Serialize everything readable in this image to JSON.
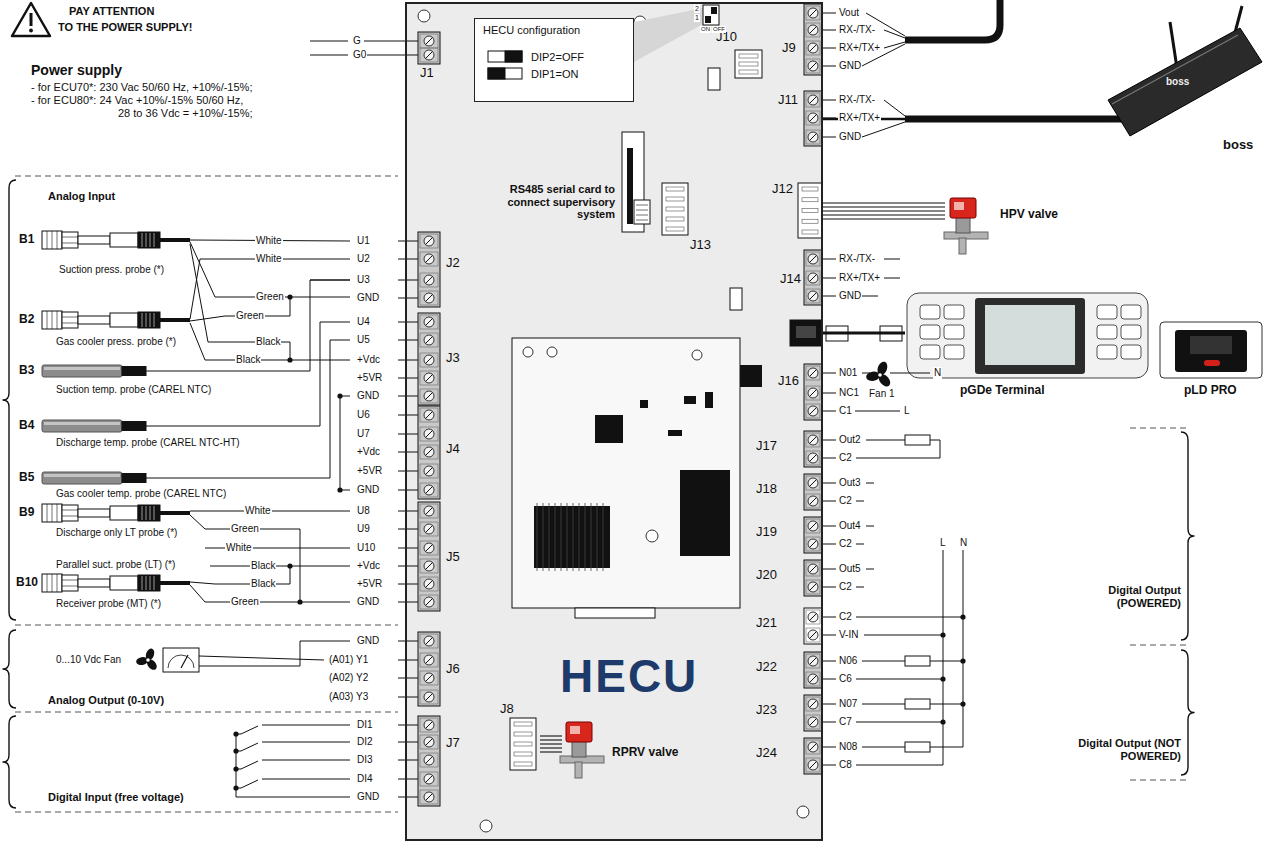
{
  "diagram": {
    "nodes": [
      {
        "text": [
          "HECU"
        ]
      },
      {
        "text": [
          "HECU configuration",
          "DIP2=OFF",
          "DIP1=ON"
        ],
        "in": 0
      },
      {
        "text": [
          "RS485 serial card to connect supervisory system"
        ],
        "in": 0
      },
      {
        "text": [
          "J1"
        ],
        "in": 0
      },
      {
        "text": [
          "J2"
        ],
        "in": 0
      },
      {
        "text": [
          "J3"
        ],
        "in": 0
      },
      {
        "text": [
          "J4"
        ],
        "in": 0
      },
      {
        "text": [
          "J5"
        ],
        "in": 0
      },
      {
        "text": [
          "J6"
        ],
        "in": 0
      },
      {
        "text": [
          "J7"
        ],
        "in": 0
      },
      {
        "text": [
          "J8"
        ],
        "in": 0
      },
      {
        "text": [
          "J9"
        ],
        "in": 0
      },
      {
        "text": [
          "J10"
        ],
        "in": 0
      },
      {
        "text": [
          "J11"
        ],
        "in": 0
      },
      {
        "text": [
          "J12"
        ],
        "in": 0
      },
      {
        "text": [
          "J13"
        ],
        "in": 0
      },
      {
        "text": [
          "J14"
        ],
        "in": 0
      },
      {
        "text": [
          "J16"
        ],
        "in": 0
      },
      {
        "text": [
          "J17"
        ],
        "in": 0
      },
      {
        "text": [
          "J18"
        ],
        "in": 0
      },
      {
        "text": [
          "J19"
        ],
        "in": 0
      },
      {
        "text": [
          "J20"
        ],
        "in": 0
      },
      {
        "text": [
          "J21"
        ],
        "in": 0
      },
      {
        "text": [
          "J22"
        ],
        "in": 0
      },
      {
        "text": [
          "J23"
        ],
        "in": 0
      },
      {
        "text": [
          "J24"
        ],
        "in": 0
      },
      {
        "text": [
          "boss"
        ]
      },
      {
        "text": [
          "HPV valve"
        ]
      },
      {
        "text": [
          "pGDe Terminal"
        ]
      },
      {
        "text": [
          "pLD PRO"
        ]
      },
      {
        "text": [
          "RPRV valve"
        ]
      }
    ],
    "edges": [
      {
        "from": 13,
        "to": 26,
        "arrow": "none"
      },
      {
        "from": 14,
        "to": 27,
        "arrow": "none"
      },
      {
        "from": 0,
        "to": 28,
        "arrow": "none"
      },
      {
        "from": 10,
        "to": 30,
        "arrow": "none"
      }
    ],
    "labels": [
      "PAY ATTENTION",
      "TO THE POWER SUPPLY!",
      "Power supply",
      "- for ECU70*: 230 Vac 50/60 Hz, +10%/-15%;",
      "- for ECU80*: 24 Vac +10%/-15% 50/60 Hz,",
      "28 to 36 Vdc = +10%/-15%;",
      "G",
      "G0",
      "Analog Input",
      "B1",
      "Suction press. probe (*)",
      "White",
      "White",
      "Green",
      "Green",
      "Black",
      "Black",
      "U1",
      "U2",
      "U3",
      "GND",
      "B2",
      "Gas cooler press. probe (*)",
      "U4",
      "U5",
      "+Vdc",
      "+5VR",
      "GND",
      "B3",
      "Suction temp. probe (CAREL NTC)",
      "B4",
      "Discharge temp. probe (CAREL NTC-HT)",
      "U6",
      "U7",
      "+Vdc",
      "+5VR",
      "GND",
      "B5",
      "Gas cooler temp. probe (CAREL NTC)",
      "B9",
      "Discharge only LT probe (*)",
      "White",
      "Green",
      "Parallel suct. probe (LT) (*)",
      "White",
      "Black",
      "Black",
      "Green",
      "B10",
      "Receiver probe (MT) (*)",
      "U8",
      "U9",
      "U10",
      "+Vdc",
      "+5VR",
      "GND",
      "0...10 Vdc Fan",
      "GND",
      "(A01) Y1",
      "(A02) Y2",
      "(A03) Y3",
      "Analog Output (0-10V)",
      "DI1",
      "DI2",
      "DI3",
      "DI4",
      "GND",
      "Digital Input (free voltage)",
      "2",
      "1",
      "ON",
      "OFF",
      "Vout",
      "RX-/TX-",
      "RX+/TX+",
      "GND",
      "RX-/TX-",
      "RX+/TX+",
      "GND",
      "boss",
      "RX-/TX-",
      "RX+/TX+",
      "GND",
      "N01",
      "N",
      "NC1",
      "Fan 1",
      "C1",
      "L",
      "Out2",
      "C2",
      "Out3",
      "C2",
      "Out4",
      "C2",
      "Out5",
      "C2",
      "C2",
      "V-IN",
      "L",
      "N",
      "Digital Output (POWERED)",
      "N06",
      "C6",
      "N07",
      "C7",
      "N08",
      "C8",
      "Digital Output (NOT POWERED)"
    ]
  }
}
